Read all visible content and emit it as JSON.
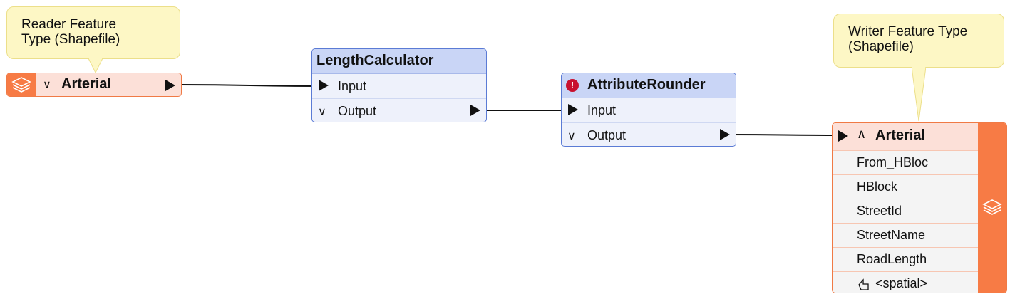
{
  "reader": {
    "callout_line1": "Reader Feature",
    "callout_line2": "Type (Shapefile)",
    "title": "Arterial",
    "icon": "layers-icon"
  },
  "length_calculator": {
    "title": "LengthCalculator",
    "input_label": "Input",
    "output_label": "Output"
  },
  "attribute_rounder": {
    "title": "AttributeRounder",
    "input_label": "Input",
    "output_label": "Output",
    "status_icon": "error-icon"
  },
  "writer": {
    "callout_line1": "Writer Feature Type",
    "callout_line2": "(Shapefile)",
    "title": "Arterial",
    "icon": "layers-icon",
    "attributes": [
      "From_HBloc",
      "HBlock",
      "StreetId",
      "StreetName",
      "RoadLength",
      "<spatial>"
    ]
  },
  "colors": {
    "reader_accent": "#f77b45",
    "transformer_head": "#c9d5f6",
    "transformer_border": "#5b7bd5",
    "callout": "#fdf7c5",
    "error": "#c8102e"
  }
}
